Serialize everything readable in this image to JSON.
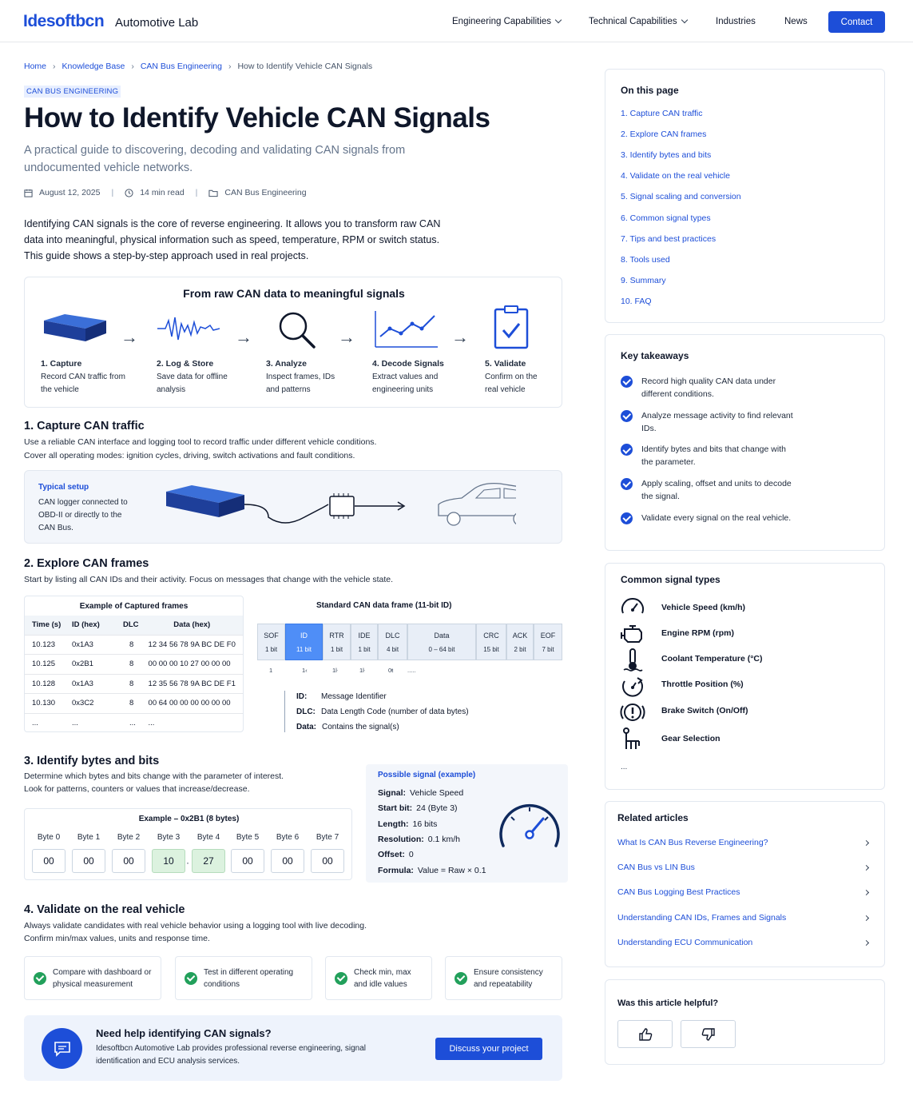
{
  "header": {
    "logo": "Idesoftbcn",
    "logo_sub": "Automotive Lab",
    "nav": [
      "Engineering Capabilities",
      "Technical Capabilities",
      "Industries",
      "News"
    ],
    "contact": "Contact"
  },
  "breadcrumb": [
    "Home",
    "Knowledge Base",
    "CAN Bus Engineering",
    "How to Identify Vehicle CAN Signals"
  ],
  "article": {
    "tag": "CAN BUS ENGINEERING",
    "title": "How to Identify Vehicle CAN Signals",
    "subtitle": "A practical guide to discovering, decoding and validating CAN signals from undocumented vehicle networks.",
    "date": "August 12, 2025",
    "read_time": "14 min read",
    "category": "CAN Bus Engineering",
    "intro": "Identifying CAN signals is the core of reverse engineering. It allows you to transform raw CAN data into meaningful, physical information such as speed, temperature, RPM or switch status. This guide shows a step-by-step approach used in real projects."
  },
  "flow": {
    "title": "From raw CAN data to meaningful signals",
    "steps": [
      {
        "title": "1. Capture",
        "desc": "Record CAN traffic from the vehicle"
      },
      {
        "title": "2. Log & Store",
        "desc": "Save data for offline analysis"
      },
      {
        "title": "3. Analyze",
        "desc": "Inspect frames, IDs and patterns"
      },
      {
        "title": "4. Decode Signals",
        "desc": "Extract values and engineering units"
      },
      {
        "title": "5. Validate",
        "desc": "Confirm on the real vehicle"
      }
    ]
  },
  "s1": {
    "heading": "1.  Capture CAN traffic",
    "p1": "Use a reliable CAN interface and logging tool to record traffic under different vehicle conditions.",
    "p2": "Cover all operating modes: ignition cycles, driving, switch activations and fault conditions.",
    "setup_title": "Typical setup",
    "setup_desc": "CAN logger connected to OBD-II or directly to the CAN Bus."
  },
  "s2": {
    "heading": "2.  Explore CAN frames",
    "p1": "Start by listing all CAN IDs and their activity. Focus on messages that change with the vehicle state.",
    "table_title": "Example of Captured frames",
    "columns": [
      "Time (s)",
      "ID (hex)",
      "DLC",
      "Data (hex)"
    ],
    "rows": [
      [
        "10.123",
        "0x1A3",
        "8",
        "12 34 56 78 9A BC DE F0"
      ],
      [
        "10.125",
        "0x2B1",
        "8",
        "00 00 00 10 27 00 00 00"
      ],
      [
        "10.128",
        "0x1A3",
        "8",
        "12 35 56 78 9A BC DE F1"
      ],
      [
        "10.130",
        "0x3C2",
        "8",
        "00 64 00 00 00 00 00 00"
      ],
      [
        "...",
        "...",
        "...",
        "..."
      ]
    ],
    "frame_title": "Standard CAN data frame (11-bit ID)",
    "frame_cells": [
      {
        "name": "SOF",
        "bits": "1 bit"
      },
      {
        "name": "ID",
        "bits": "11 bit"
      },
      {
        "name": "RTR",
        "bits": "1 bit"
      },
      {
        "name": "IDE",
        "bits": "1 bit"
      },
      {
        "name": "DLC",
        "bits": "4 bit"
      },
      {
        "name": "Data",
        "bits": "0 – 64 bit"
      },
      {
        "name": "CRC",
        "bits": "15 bit"
      },
      {
        "name": "ACK",
        "bits": "2 bit"
      },
      {
        "name": "EOF",
        "bits": "7 bit"
      }
    ],
    "frame_under": [
      "1",
      "1‹",
      "1ŀ",
      "1ŀ",
      "0ŧ",
      "....."
    ],
    "legend": [
      {
        "key": "ID:",
        "val": "Message Identifier"
      },
      {
        "key": "DLC:",
        "val": "Data Length Code (number of data bytes)"
      },
      {
        "key": "Data:",
        "val": "Contains the signal(s)"
      }
    ]
  },
  "s3": {
    "heading": "3.  Identify bytes and bits",
    "p1": "Determine which bytes and bits change with the parameter of interest.",
    "p2": "Look for patterns, counters or values that increase/decrease.",
    "bytes_title": "Example – 0x2B1 (8 bytes)",
    "byte_labels": [
      "Byte 0",
      "Byte 1",
      "Byte 2",
      "Byte 3",
      "Byte 4",
      "Byte 5",
      "Byte 6",
      "Byte 7"
    ],
    "byte_values": [
      "00",
      "00",
      "00",
      "10",
      "27",
      "00",
      "00",
      "00"
    ],
    "possible_title": "Possible signal (example)",
    "possible": [
      {
        "k": "Signal:",
        "v": "Vehicle Speed"
      },
      {
        "k": "Start bit:",
        "v": "24 (Byte 3)"
      },
      {
        "k": "Length:",
        "v": "16 bits"
      },
      {
        "k": "Resolution:",
        "v": "0.1 km/h"
      },
      {
        "k": "Offset:",
        "v": "0"
      },
      {
        "k": "Formula:",
        "v": "Value = Raw × 0.1"
      }
    ]
  },
  "s4": {
    "heading": "4.  Validate on the real vehicle",
    "p1": "Always validate candidates with real vehicle behavior using a logging tool with live decoding.",
    "p2": "Confirm min/max values, units and response time.",
    "cards": [
      "Compare with dashboard or physical measurement",
      "Test in different operating conditions",
      "Check min, max and idle values",
      "Ensure consistency and repeatability"
    ]
  },
  "cta": {
    "title": "Need help identifying CAN signals?",
    "desc": "Idesoftbcn Automotive Lab provides professional reverse engineering, signal identification and ECU analysis services.",
    "button": "Discuss your project"
  },
  "sidebar": {
    "toc_title": "On this page",
    "toc": [
      "1. Capture CAN traffic",
      "2. Explore CAN frames",
      "3. Identify bytes and bits",
      "4. Validate on the real vehicle",
      "5. Signal scaling and conversion",
      "6. Common signal types",
      "7. Tips and best practices",
      "8. Tools used",
      "9. Summary",
      "10. FAQ"
    ],
    "takeaways_title": "Key takeaways",
    "takeaways": [
      "Record high quality CAN data under different conditions.",
      "Analyze message activity to find relevant IDs.",
      "Identify bytes and bits that change with the parameter.",
      "Apply scaling, offset and units to decode the signal.",
      "Validate every signal on the real vehicle."
    ],
    "signals_title": "Common signal types",
    "signals": [
      {
        "label": "Vehicle Speed (km/h)",
        "icon": "speedometer-icon"
      },
      {
        "label": "Engine RPM (rpm)",
        "icon": "engine-icon"
      },
      {
        "label": "Coolant Temperature (°C)",
        "icon": "thermometer-icon"
      },
      {
        "label": "Throttle Position (%)",
        "icon": "throttle-icon"
      },
      {
        "label": "Brake Switch (On/Off)",
        "icon": "brake-warning-icon"
      },
      {
        "label": "Gear Selection",
        "icon": "gear-shift-icon"
      }
    ],
    "signals_more": "...",
    "related_title": "Related articles",
    "related": [
      "What Is CAN Bus Reverse Engineering?",
      "CAN Bus vs LIN Bus",
      "CAN Bus Logging Best Practices",
      "Understanding CAN IDs, Frames and Signals",
      "Understanding ECU Communication"
    ],
    "helpful_title": "Was this article helpful?"
  },
  "colors": {
    "brand": "#1d4ed8",
    "success": "#22a05b",
    "highlight": "#dcf2df"
  }
}
